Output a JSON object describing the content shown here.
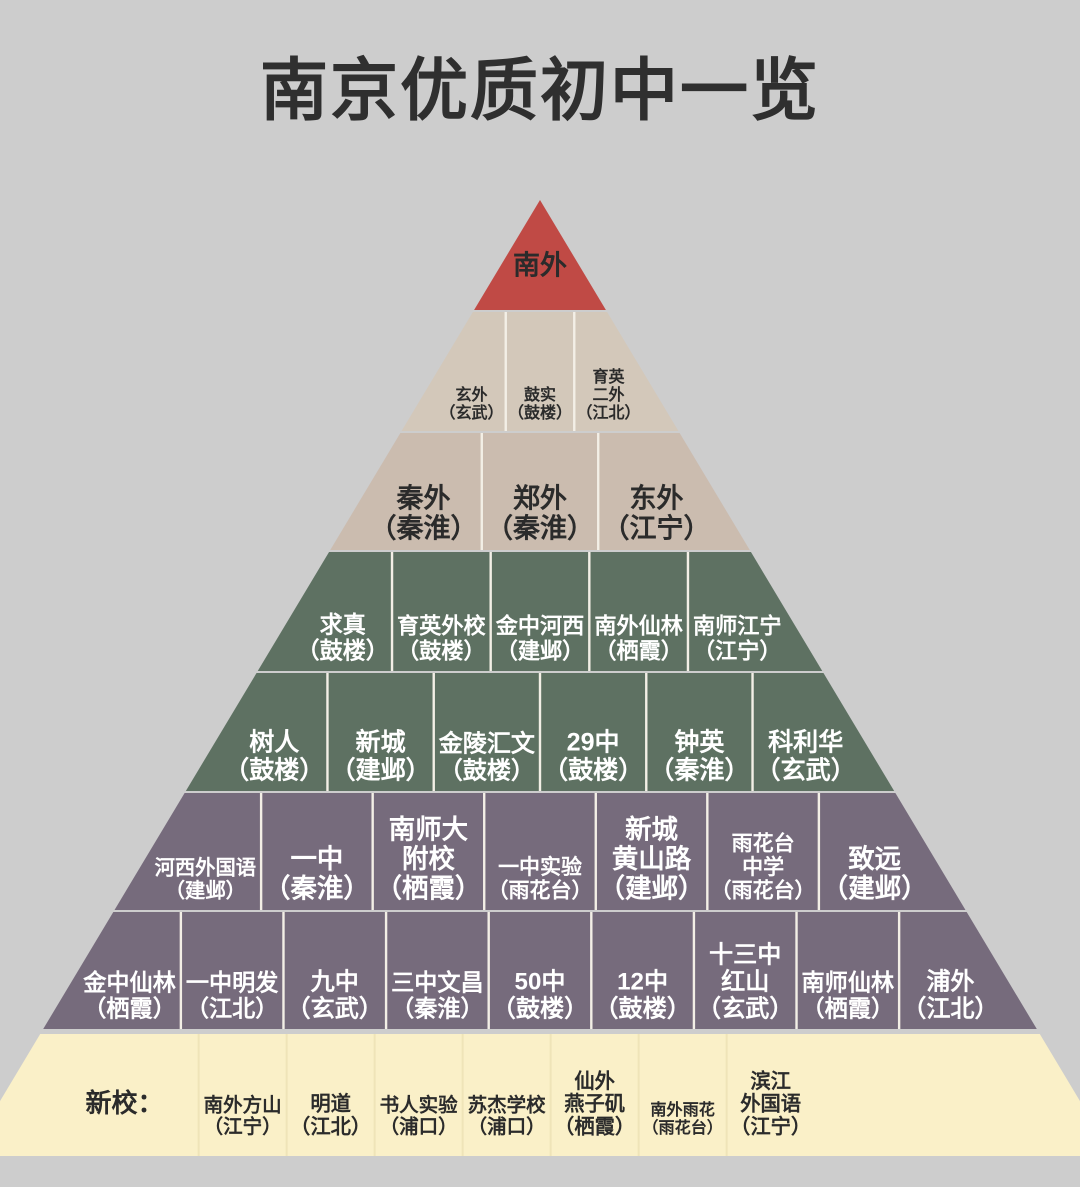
{
  "title": "南京优质初中一览",
  "colors": {
    "background": "#cdcdcd",
    "title_text": "#2f2f2f",
    "tier_red": "#c04a45",
    "tier_tan_light": "#d3c8ba",
    "tier_tan": "#cbbcaf",
    "tier_green": "#5e7162",
    "tier_purple": "#766b7c",
    "tier_cream": "#faf0c8",
    "divider": "#f3efe6",
    "text_dark": "#2b2b2b",
    "text_light": "#ffffff"
  },
  "tiers": [
    {
      "id": "tier-1",
      "color": "#c04a45",
      "text_color": "#2b2b2b",
      "cells": [
        {
          "name": "南外",
          "district": ""
        }
      ]
    },
    {
      "id": "tier-2",
      "color": "#d3c8ba",
      "text_color": "#2b2b2b",
      "cells": [
        {
          "name": "玄外",
          "district": "（玄武）"
        },
        {
          "name": "鼓实",
          "district": "（鼓楼）"
        },
        {
          "name": "育英\n二外",
          "district": "（江北）"
        }
      ]
    },
    {
      "id": "tier-3",
      "color": "#cbbcaf",
      "text_color": "#2b2b2b",
      "cells": [
        {
          "name": "秦外",
          "district": "（秦淮）"
        },
        {
          "name": "郑外",
          "district": "（秦淮）"
        },
        {
          "name": "东外",
          "district": "（江宁）"
        }
      ]
    },
    {
      "id": "tier-4",
      "color": "#5e7162",
      "text_color": "#ffffff",
      "cells": [
        {
          "name": "求真",
          "district": "（鼓楼）"
        },
        {
          "name": "育英外校",
          "district": "（鼓楼）"
        },
        {
          "name": "金中河西",
          "district": "（建邺）"
        },
        {
          "name": "南外仙林",
          "district": "（栖霞）"
        },
        {
          "name": "南师江宁",
          "district": "（江宁）"
        }
      ]
    },
    {
      "id": "tier-5",
      "color": "#5e7162",
      "text_color": "#ffffff",
      "cells": [
        {
          "name": "树人",
          "district": "（鼓楼）"
        },
        {
          "name": "新城",
          "district": "（建邺）"
        },
        {
          "name": "金陵汇文",
          "district": "（鼓楼）"
        },
        {
          "name": "29中",
          "district": "（鼓楼）"
        },
        {
          "name": "钟英",
          "district": "（秦淮）"
        },
        {
          "name": "科利华",
          "district": "（玄武）"
        }
      ]
    },
    {
      "id": "tier-6",
      "color": "#766b7c",
      "text_color": "#ffffff",
      "cells": [
        {
          "name": "河西外国语",
          "district": "（建邺）"
        },
        {
          "name": "一中",
          "district": "（秦淮）"
        },
        {
          "name": "南师大\n附校",
          "district": "（栖霞）"
        },
        {
          "name": "一中实验",
          "district": "（雨花台）"
        },
        {
          "name": "新城\n黄山路",
          "district": "（建邺）"
        },
        {
          "name": "雨花台\n中学",
          "district": "（雨花台）"
        },
        {
          "name": "致远",
          "district": "（建邺）"
        }
      ]
    },
    {
      "id": "tier-7",
      "color": "#766b7c",
      "text_color": "#ffffff",
      "cells": [
        {
          "name": "金中仙林",
          "district": "（栖霞）"
        },
        {
          "name": "一中明发",
          "district": "（江北）"
        },
        {
          "name": "九中",
          "district": "（玄武）"
        },
        {
          "name": "三中文昌",
          "district": "（秦淮）"
        },
        {
          "name": "50中",
          "district": "（鼓楼）"
        },
        {
          "name": "12中",
          "district": "（鼓楼）"
        },
        {
          "name": "十三中\n红山",
          "district": "（玄武）"
        },
        {
          "name": "南师仙林",
          "district": "（栖霞）"
        },
        {
          "name": "浦外",
          "district": "（江北）"
        }
      ]
    }
  ],
  "bottom_band": {
    "id": "tier-new-schools",
    "color": "#faf0c8",
    "text_color": "#2b2b2b",
    "label": "新校：",
    "cells": [
      {
        "name": "南外方山",
        "district": "（江宁）"
      },
      {
        "name": "明道",
        "district": "（江北）"
      },
      {
        "name": "书人实验",
        "district": "（浦口）"
      },
      {
        "name": "苏杰学校",
        "district": "（浦口）"
      },
      {
        "name": "仙外\n燕子矶",
        "district": "（栖霞）"
      },
      {
        "name": "南外雨花",
        "district": "（雨花台）"
      },
      {
        "name": "滨江\n外国语",
        "district": "（江宁）"
      }
    ]
  }
}
